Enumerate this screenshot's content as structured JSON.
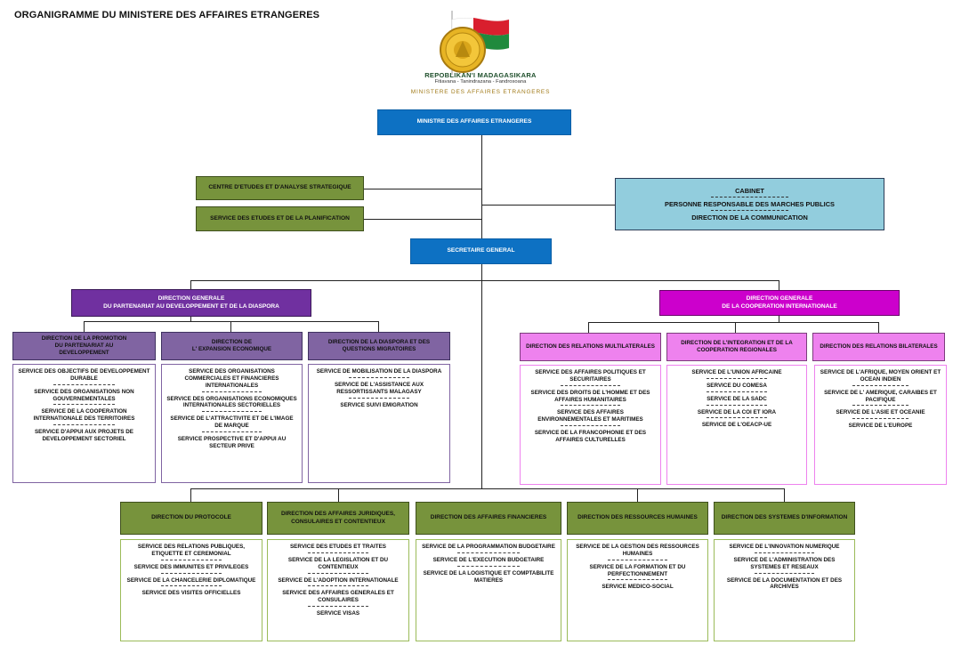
{
  "title": "ORGANIGRAMME DU MINISTERE DES AFFAIRES ETRANGERES",
  "logo": {
    "line1": "REPOBLIKAN'I MADAGASIKARA",
    "line2": "Fitiavana - Tanindrazana - Fandrosoana",
    "line3": "MINISTERE DES AFFAIRES ETRANGERES"
  },
  "minister": "MINISTRE DES AFFAIRES ETRANGERES",
  "centre_etudes": "CENTRE D'ETUDES ET D'ANALYSE STRATEGIQUE",
  "service_etudes": "SERVICE DES ETUDES ET DE LA PLANIFICATION",
  "cabinet": {
    "title": "CABINET",
    "line2": "PERSONNE RESPONSABLE DES MARCHES PUBLICS",
    "line3": "DIRECTION DE LA COMMUNICATION"
  },
  "secretaire_general": "SECRETAIRE GENERAL",
  "dg_left": "DIRECTION GENERALE\nDU PARTENARIAT AU DEVELOPPEMENT ET DE LA  DIASPORA",
  "dg_right": "DIRECTION GENERALE\nDE LA COOPERATION INTERNATIONALE",
  "left_dirs": [
    {
      "name": "DIRECTION DE LA PROMOTION\nDU PARTENARIAT AU\nDEVELOPPEMENT",
      "services": [
        "SERVICE DES OBJECTIFS DE DEVELOPPEMENT DURABLE",
        "SERVICE DES ORGANISATIONS NON GOUVERNEMENTALES",
        "SERVICE DE LA COOPERATION INTERNATIONALE DES TERRITOIRES",
        "SERVICE D'APPUI AUX PROJETS DE DEVELOPPEMENT SECTORIEL"
      ]
    },
    {
      "name": "DIRECTION DE\nL' EXPANSION ECONOMIQUE",
      "services": [
        "SERVICE DES ORGANISATIONS COMMERCIALES ET FINANCIERES INTERNATIONALES",
        "SERVICE  DES ORGANISATIONS ECONOMIQUES INTERNATIONALES SECTORIELLES",
        "SERVICE DE L'ATTRACTIVITE ET DE L'IMAGE DE MARQUE",
        "SERVICE PROSPECTIVE ET D'APPUI AU SECTEUR PRIVE"
      ]
    },
    {
      "name": "DIRECTION DE LA DIASPORA ET DES QUESTIONS MIGRATOIRES",
      "services": [
        "SERVICE DE MOBILISATION DE LA DIASPORA",
        "SERVICE DE L'ASSISTANCE AUX RESSORTISSANTS MALAGASY",
        "SERVICE SUIVI EMIGRATION"
      ]
    }
  ],
  "right_dirs": [
    {
      "name": "DIRECTION DES RELATIONS MULTILATERALES",
      "services": [
        "SERVICE DES AFFAIRES POLITIQUES ET SECURITAIRES",
        "SERVICE DES DROITS DE L'HOMME ET DES AFFAIRES HUMANITAIRES",
        "SERVICE DES AFFAIRES ENVIRONNEMENTALES ET MARITIMES",
        "SERVICE DE LA FRANCOPHONIE ET DES AFFAIRES CULTURELLES"
      ]
    },
    {
      "name": "DIRECTION DE L'INTEGRATION ET DE LA COOPERATION REGIONALES",
      "services": [
        "SERVICE DE L'UNION AFRICAINE",
        "SERVICE DU COMESA",
        "SERVICE DE LA SADC",
        "SERVICE DE LA COI ET IORA",
        "SERVICE DE L'OEACP-UE"
      ]
    },
    {
      "name": "DIRECTION DES RELATIONS BILATERALES",
      "services": [
        "SERVICE DE L'AFRIQUE, MOYEN ORIENT ET OCEAN INDIEN",
        "SERVICE DE L' AMERIQUE, CARAIBES ET PACIFIQUE",
        "SERVICE DE L'ASIE ET OCEANIE",
        "SERVICE DE L'EUROPE"
      ]
    }
  ],
  "bottom_dirs": [
    {
      "name": "DIRECTION DU PROTOCOLE",
      "services": [
        "SERVICE DES RELATIONS PUBLIQUES, ETIQUETTE ET CEREMONIAL",
        "SERVICE DES IMMUNITES ET PRIVILEGES",
        "SERVICE DE LA CHANCELERIE DIPLOMATIQUE",
        "SERVICE DES VISITES OFFICIELLES"
      ]
    },
    {
      "name": "DIRECTION DES AFFAIRES JURIDIQUES, CONSULAIRES ET CONTENTIEUX",
      "services": [
        "SERVICE DES ETUDES ET TRAITES",
        "SERVICE DE LA LEGISLATION ET DU CONTENTIEUX",
        "SERVICE DE L'ADOPTION INTERNATIONALE",
        "SERVICE DES AFFAIRES GENERALES ET CONSULAIRES",
        "SERVICE VISAS"
      ]
    },
    {
      "name": "DIRECTION DES AFFAIRES FINANCIERES",
      "services": [
        "SERVICE DE LA PROGRAMMATION BUDGETAIRE",
        "SERVICE DE L'EXECUTION BUDGETAIRE",
        "SERVICE DE LA LOGISTIQUE ET COMPTABILITE MATIERES"
      ]
    },
    {
      "name": "DIRECTION DES RESSOURCES HUMAINES",
      "services": [
        "SERVICE DE LA GESTION DES RESSOURCES HUMAINES",
        "SERVICE DE LA FORMATION ET DU PERFECTIONNEMENT",
        "SERVICE MEDICO-SOCIAL"
      ]
    },
    {
      "name": "DIRECTION DES SYSTEMES D'INFORMATION",
      "services": [
        "SERVICE DE L'INNOVATION NUMERIQUE",
        "SERVICE DE L'ADMINISTRATION DES SYSTEMES ET RESEAUX",
        "SERVICE DE LA DOCUMENTATION ET DES ARCHIVES"
      ]
    }
  ]
}
